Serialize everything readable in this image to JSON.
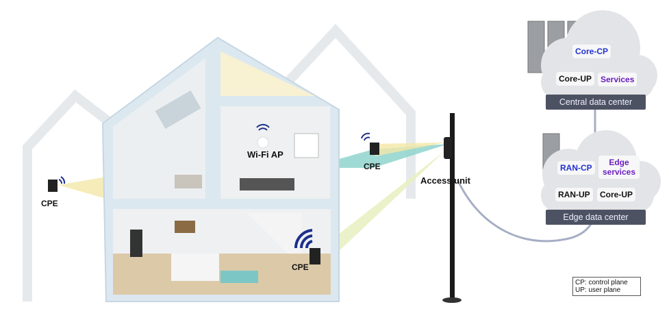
{
  "labels": {
    "cpe_left": "CPE",
    "cpe_right": "CPE",
    "cpe_bottom": "CPE",
    "wifi_ap": "Wi-Fi AP",
    "access_unit": "Access unit"
  },
  "central": {
    "core_cp": "Core-CP",
    "core_up": "Core-UP",
    "services": "Services",
    "title": "Central data center"
  },
  "edge": {
    "ran_cp": "RAN-CP",
    "edge_services": "Edge services",
    "ran_up": "RAN-UP",
    "core_up": "Core-UP",
    "title": "Edge data center"
  },
  "legend": {
    "cp": "CP: control plane",
    "up": "UP: user plane"
  },
  "colors": {
    "cp": "#2233cc",
    "services": "#6a1fc0",
    "bar": "#4d5263",
    "beam_yellow": "#f3e7a8",
    "beam_teal": "#8fd3cc"
  }
}
